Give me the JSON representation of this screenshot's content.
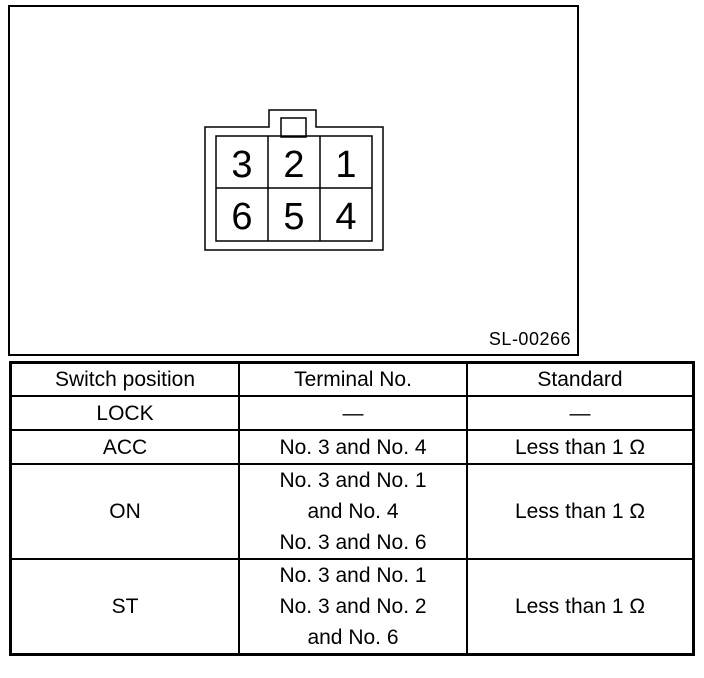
{
  "figure": {
    "id_label": "SL-00266",
    "terminals_top": [
      "3",
      "2",
      "1"
    ],
    "terminals_bottom": [
      "6",
      "5",
      "4"
    ]
  },
  "table": {
    "headers": [
      "Switch position",
      "Terminal No.",
      "Standard"
    ],
    "rows": [
      {
        "position": "LOCK",
        "terminal": [
          "—"
        ],
        "standard": "—"
      },
      {
        "position": "ACC",
        "terminal": [
          "No. 3 and No. 4"
        ],
        "standard": "Less than 1 Ω"
      },
      {
        "position": "ON",
        "terminal": [
          "No. 3 and No. 1",
          "and No. 4",
          "No. 3 and No. 6"
        ],
        "standard": "Less than 1 Ω"
      },
      {
        "position": "ST",
        "terminal": [
          "No. 3 and No. 1",
          "No. 3 and No. 2",
          "and No. 6"
        ],
        "standard": "Less than 1 Ω"
      }
    ]
  }
}
